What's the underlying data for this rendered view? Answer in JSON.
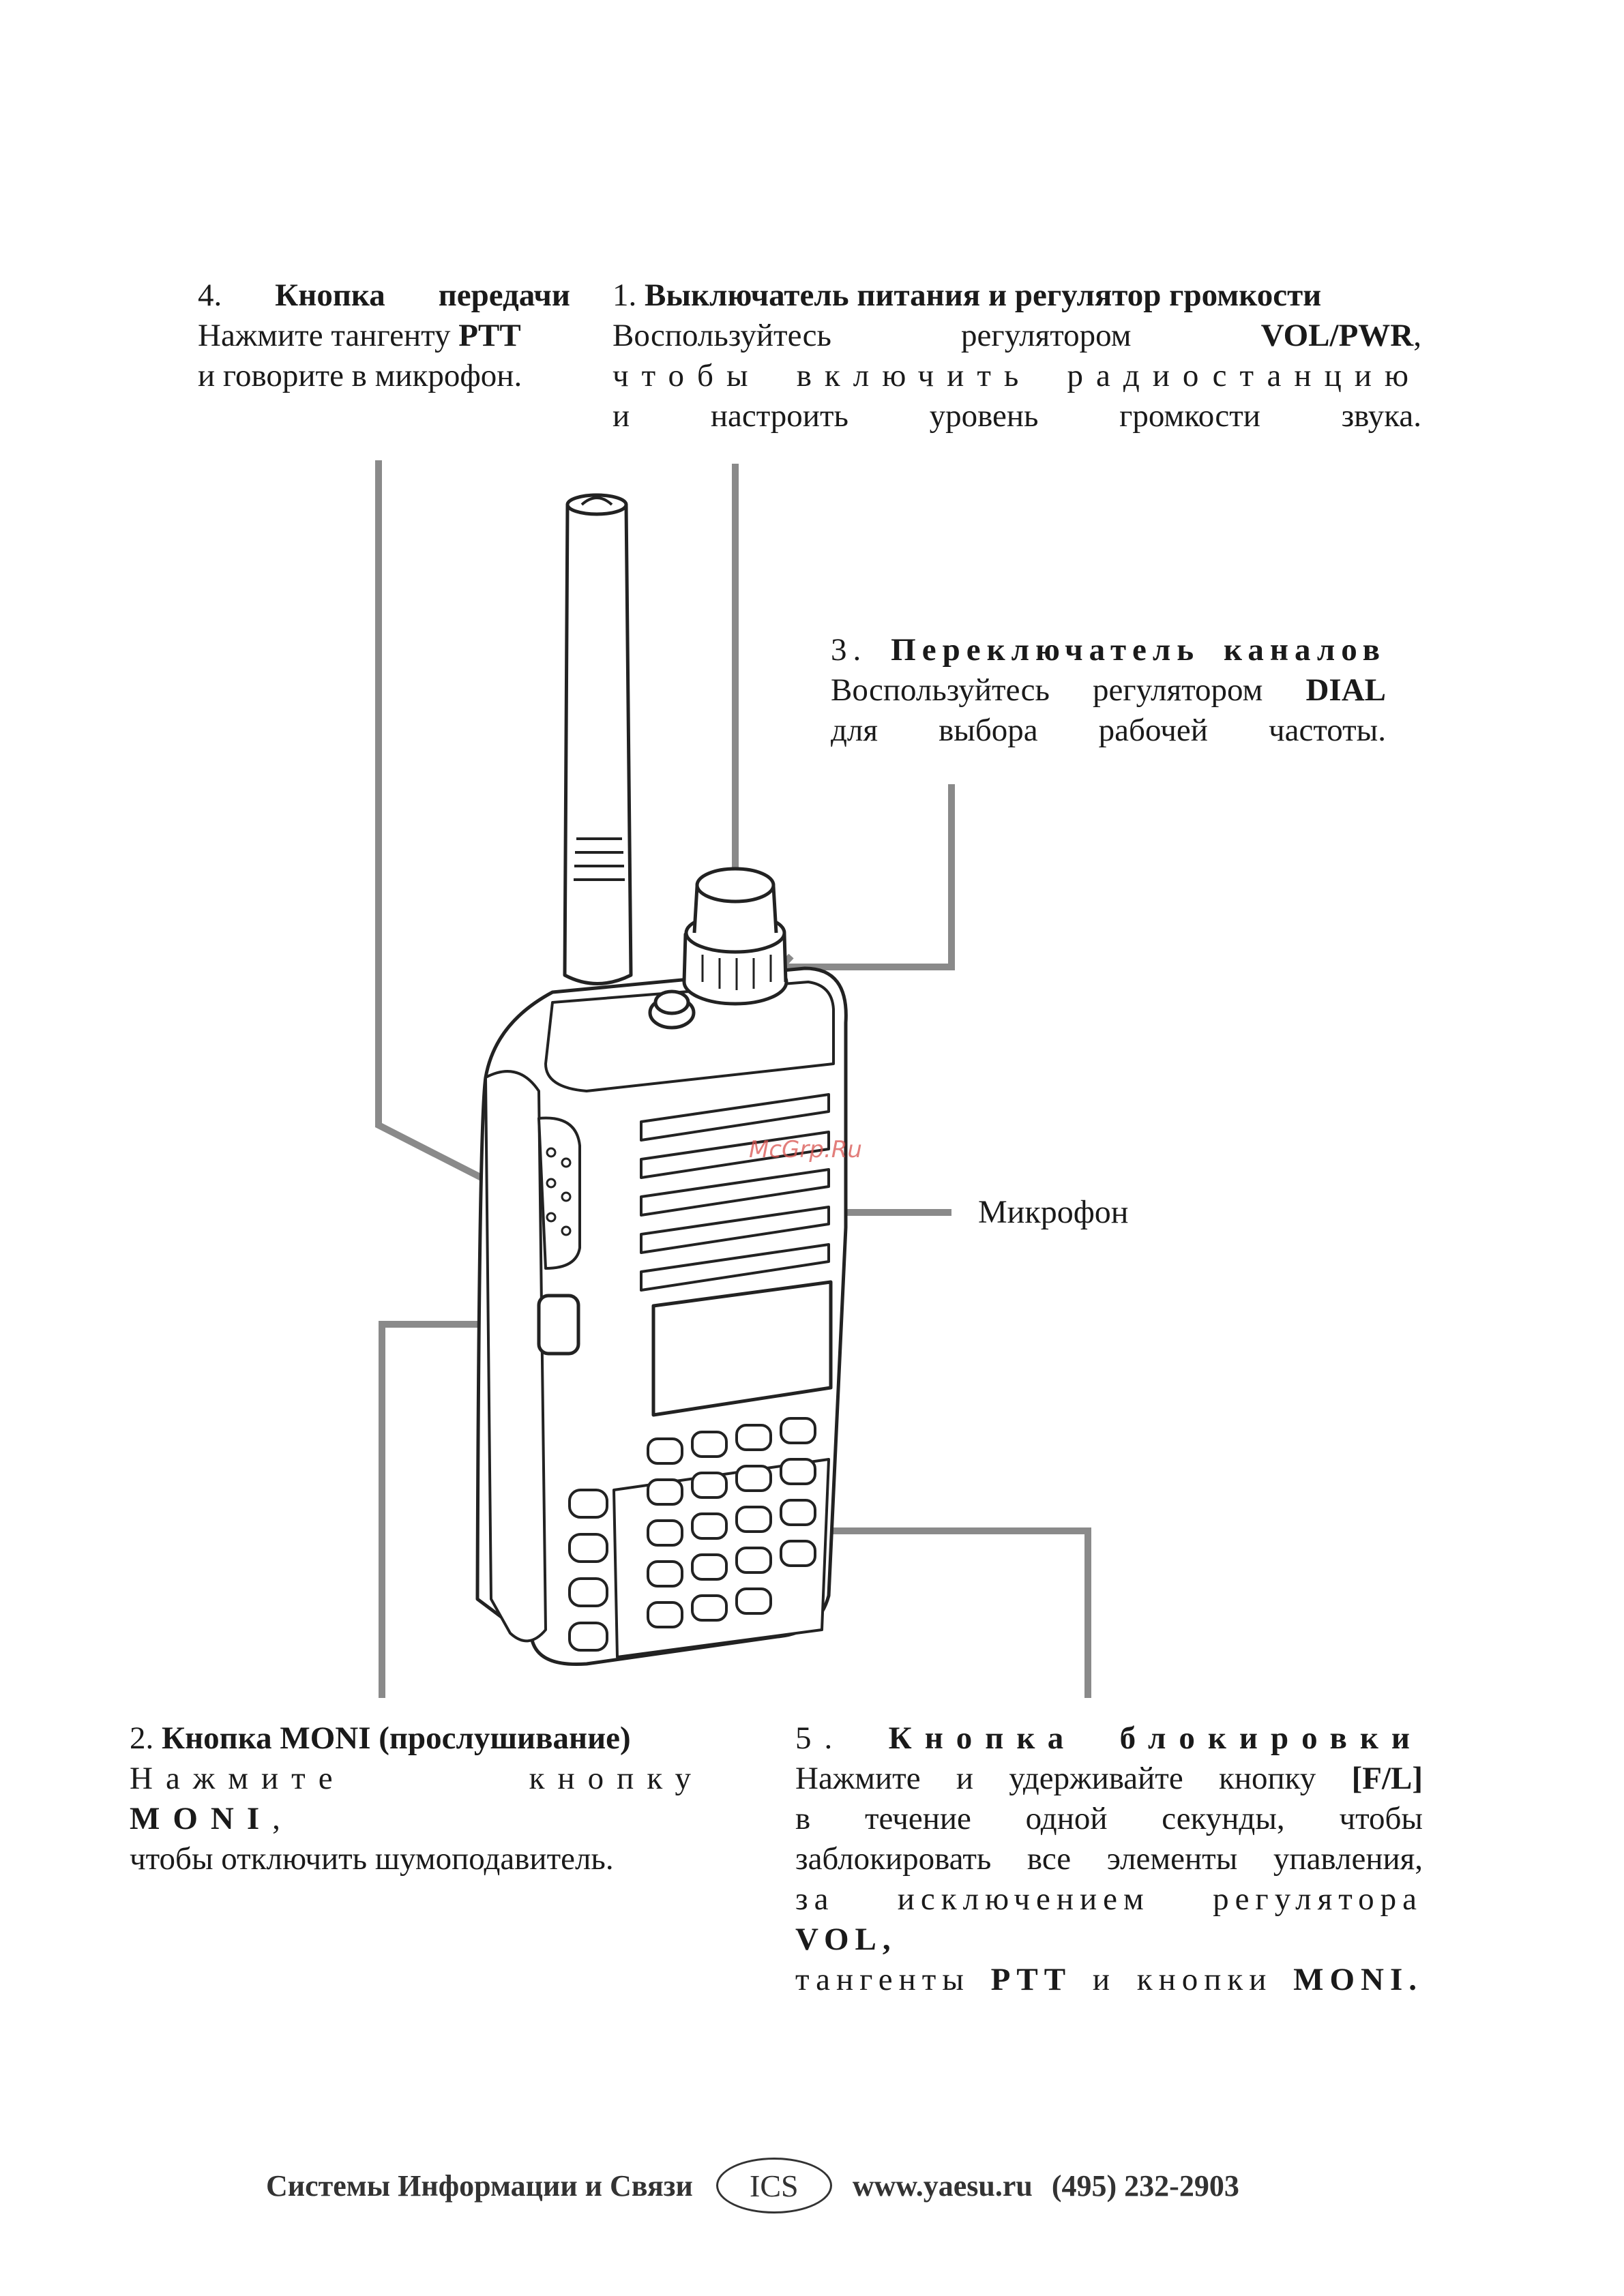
{
  "callouts": {
    "ptt": {
      "number": "4.",
      "title": "Кнопка передачи",
      "line2_pre": "Нажмите тангенту",
      "line2_bold": "PTT",
      "line3": "и говорите в микрофон."
    },
    "vol_pwr": {
      "number": "1.",
      "title": "Выключатель питания и регулятор громкости",
      "line2_pre": "Воспользуйтесь регулятором",
      "line2_bold": "VOL/PWR",
      "line2_post": ",",
      "line3": "чтобы включить радиостанцию",
      "line4": "и настроить уровень громкости звука."
    },
    "dial": {
      "number": "3.",
      "title": "Переключатель каналов",
      "line2_pre": "Воспользуйтесь регулятором",
      "line2_bold": "DIAL",
      "line3": "для выбора рабочей частоты."
    },
    "moni": {
      "number": "2.",
      "title": "Кнопка MONI (прослушивание)",
      "line2_pre": "Нажмите кнопку",
      "line2_bold": "MONI",
      "line2_post": ",",
      "line3": "чтобы отключить шумоподавитель."
    },
    "lock": {
      "number": "5.",
      "title": "Кнопка блокировки",
      "line2_pre": "Нажмите и удерживайте кнопку",
      "line2_bold": "[F/L]",
      "line3": "в течение одной секунды, чтобы",
      "line4": "заблокировать все элементы упавления,",
      "line5_pre": "за исключением регулятора",
      "line5_bold": "VOL,",
      "line6_pre": "тангенты",
      "line6_bold1": "PTT",
      "line6_mid": "и кнопки",
      "line6_bold2": "MONI."
    },
    "mic_label": "Микрофон"
  },
  "watermark": "McGrp.Ru",
  "footer": {
    "company": "Системы Информации и Связи",
    "logo_text": "ICS",
    "website": "www.yaesu.ru",
    "phone": "(495) 232-2903"
  },
  "colors": {
    "leader_lines": "#8a8a8a",
    "outline": "#222222",
    "text": "#1a1a1a"
  }
}
